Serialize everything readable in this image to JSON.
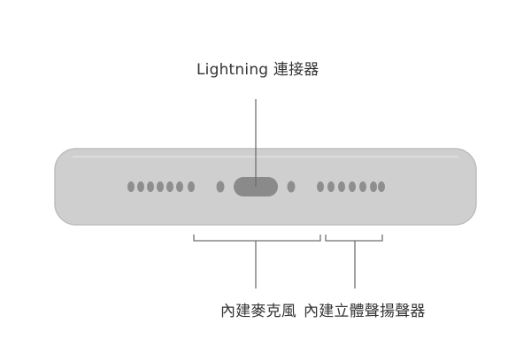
{
  "labels": {
    "lightning_connector": "Lightning 連接器",
    "built_in_microphone": "內建麥克風",
    "built_in_stereo_speaker": "內建立體聲揚聲器"
  },
  "colors": {
    "phone_body": "#cfcfcf",
    "phone_edge": "#bdbdbd",
    "holes": "#8e8e8e",
    "port": "#8a8a8a",
    "callout_lines": "#6f6f6f",
    "text": "#333333"
  }
}
